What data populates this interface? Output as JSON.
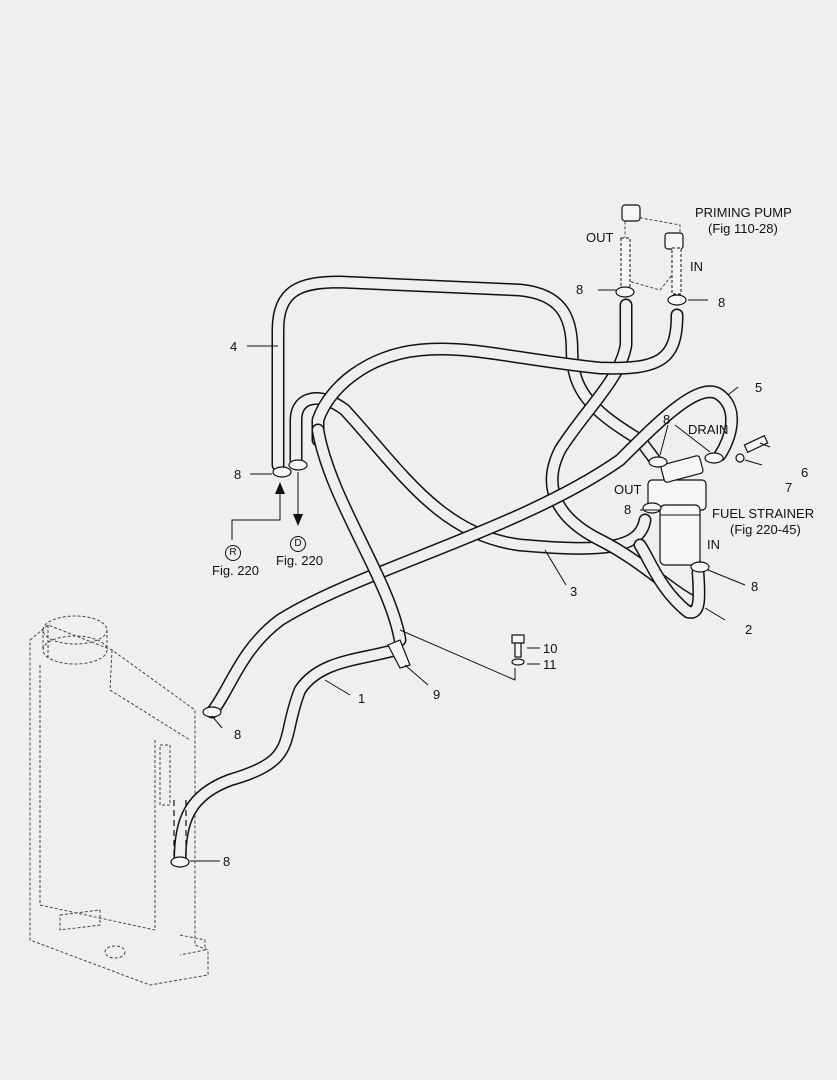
{
  "components": {
    "priming_pump": {
      "name": "PRIMING PUMP",
      "ref": "(Fig 110-28)",
      "out": "OUT",
      "in": "IN"
    },
    "fuel_strainer": {
      "name": "FUEL STRAINER",
      "ref": "(Fig 220-45)",
      "out": "OUT",
      "in": "IN",
      "drain": "DRAIN"
    }
  },
  "references": {
    "r": {
      "symbol": "R",
      "fig": "Fig. 220"
    },
    "d": {
      "symbol": "D",
      "fig": "Fig. 220"
    }
  },
  "callouts": {
    "c1": "1",
    "c2": "2",
    "c3": "3",
    "c4": "4",
    "c5": "5",
    "c6": "6",
    "c7": "7",
    "c9": "9",
    "c10": "10",
    "c11": "11",
    "clamp_a": "8",
    "clamp_b": "8",
    "clamp_c": "8",
    "clamp_d": "8",
    "clamp_e": "8",
    "clamp_f": "8",
    "clamp_g": "8",
    "clamp_h": "8"
  }
}
